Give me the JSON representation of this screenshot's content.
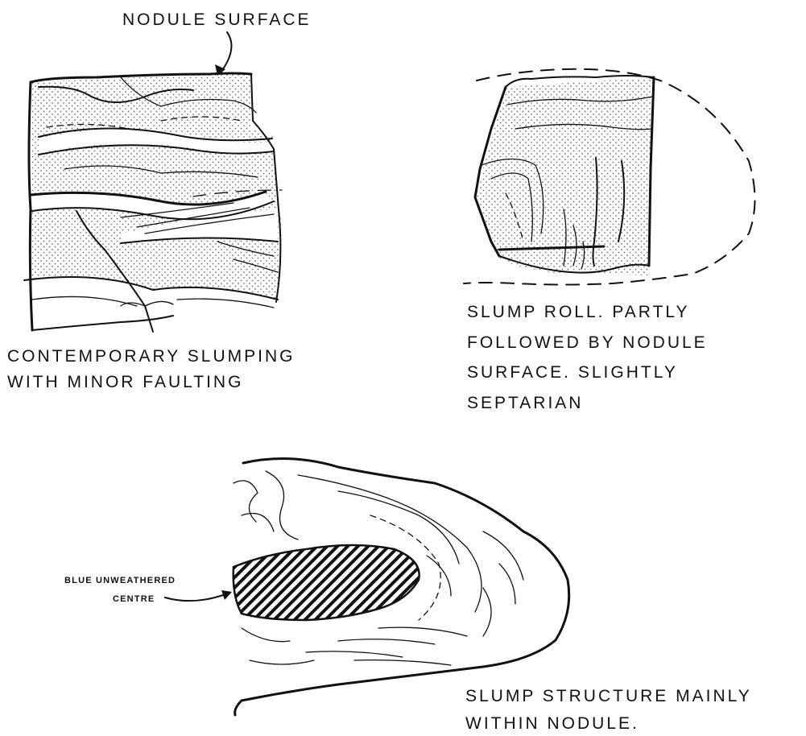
{
  "colors": {
    "ink": "#111111",
    "paper": "#ffffff",
    "stipple": "#555555"
  },
  "figure_a": {
    "top_label": "NODULE SURFACE",
    "caption_lines": [
      "CONTEMPORARY SLUMPING",
      "WITH MINOR FAULTING"
    ]
  },
  "figure_b": {
    "caption_lines": [
      "SLUMP ROLL. PARTLY",
      "FOLLOWED BY NODULE",
      "SURFACE. SLIGHTLY",
      "SEPTARIAN"
    ]
  },
  "figure_c": {
    "callout_lines": [
      "BLUE UNWEATHERED",
      "CENTRE"
    ],
    "caption_lines": [
      "SLUMP STRUCTURE MAINLY",
      "WITHIN NODULE."
    ]
  }
}
